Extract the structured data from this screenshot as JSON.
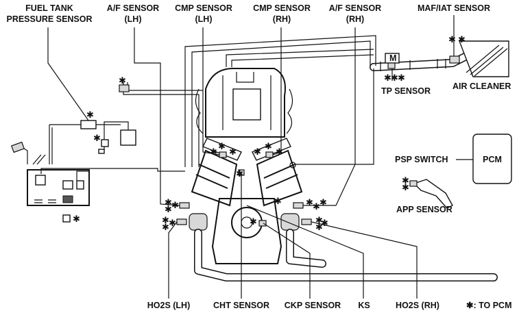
{
  "labels": {
    "fuel_tank_pressure_sensor": [
      "FUEL TANK",
      "PRESSURE SENSOR"
    ],
    "af_sensor_lh": [
      "A/F SENSOR",
      "(LH)"
    ],
    "cmp_sensor_lh": [
      "CMP SENSOR",
      "(LH)"
    ],
    "cmp_sensor_rh": [
      "CMP SENSOR",
      "(RH)"
    ],
    "af_sensor_rh": [
      "A/F SENSOR",
      "(RH)"
    ],
    "maf_iat_sensor": "MAF/IAT SENSOR",
    "tp_sensor": "TP SENSOR",
    "air_cleaner": "AIR CLEANER",
    "psp_switch": "PSP SWITCH",
    "pcm": "PCM",
    "app_sensor": "APP SENSOR",
    "ho2s_lh": "HO2S (LH)",
    "cht_sensor": "CHT SENSOR",
    "ckp_sensor": "CKP SENSOR",
    "ks": "KS",
    "ho2s_rh": "HO2S (RH)",
    "legend": "✱: TO PCM"
  },
  "markers": {
    "to_pcm": "✱",
    "throttle_body": "M"
  }
}
